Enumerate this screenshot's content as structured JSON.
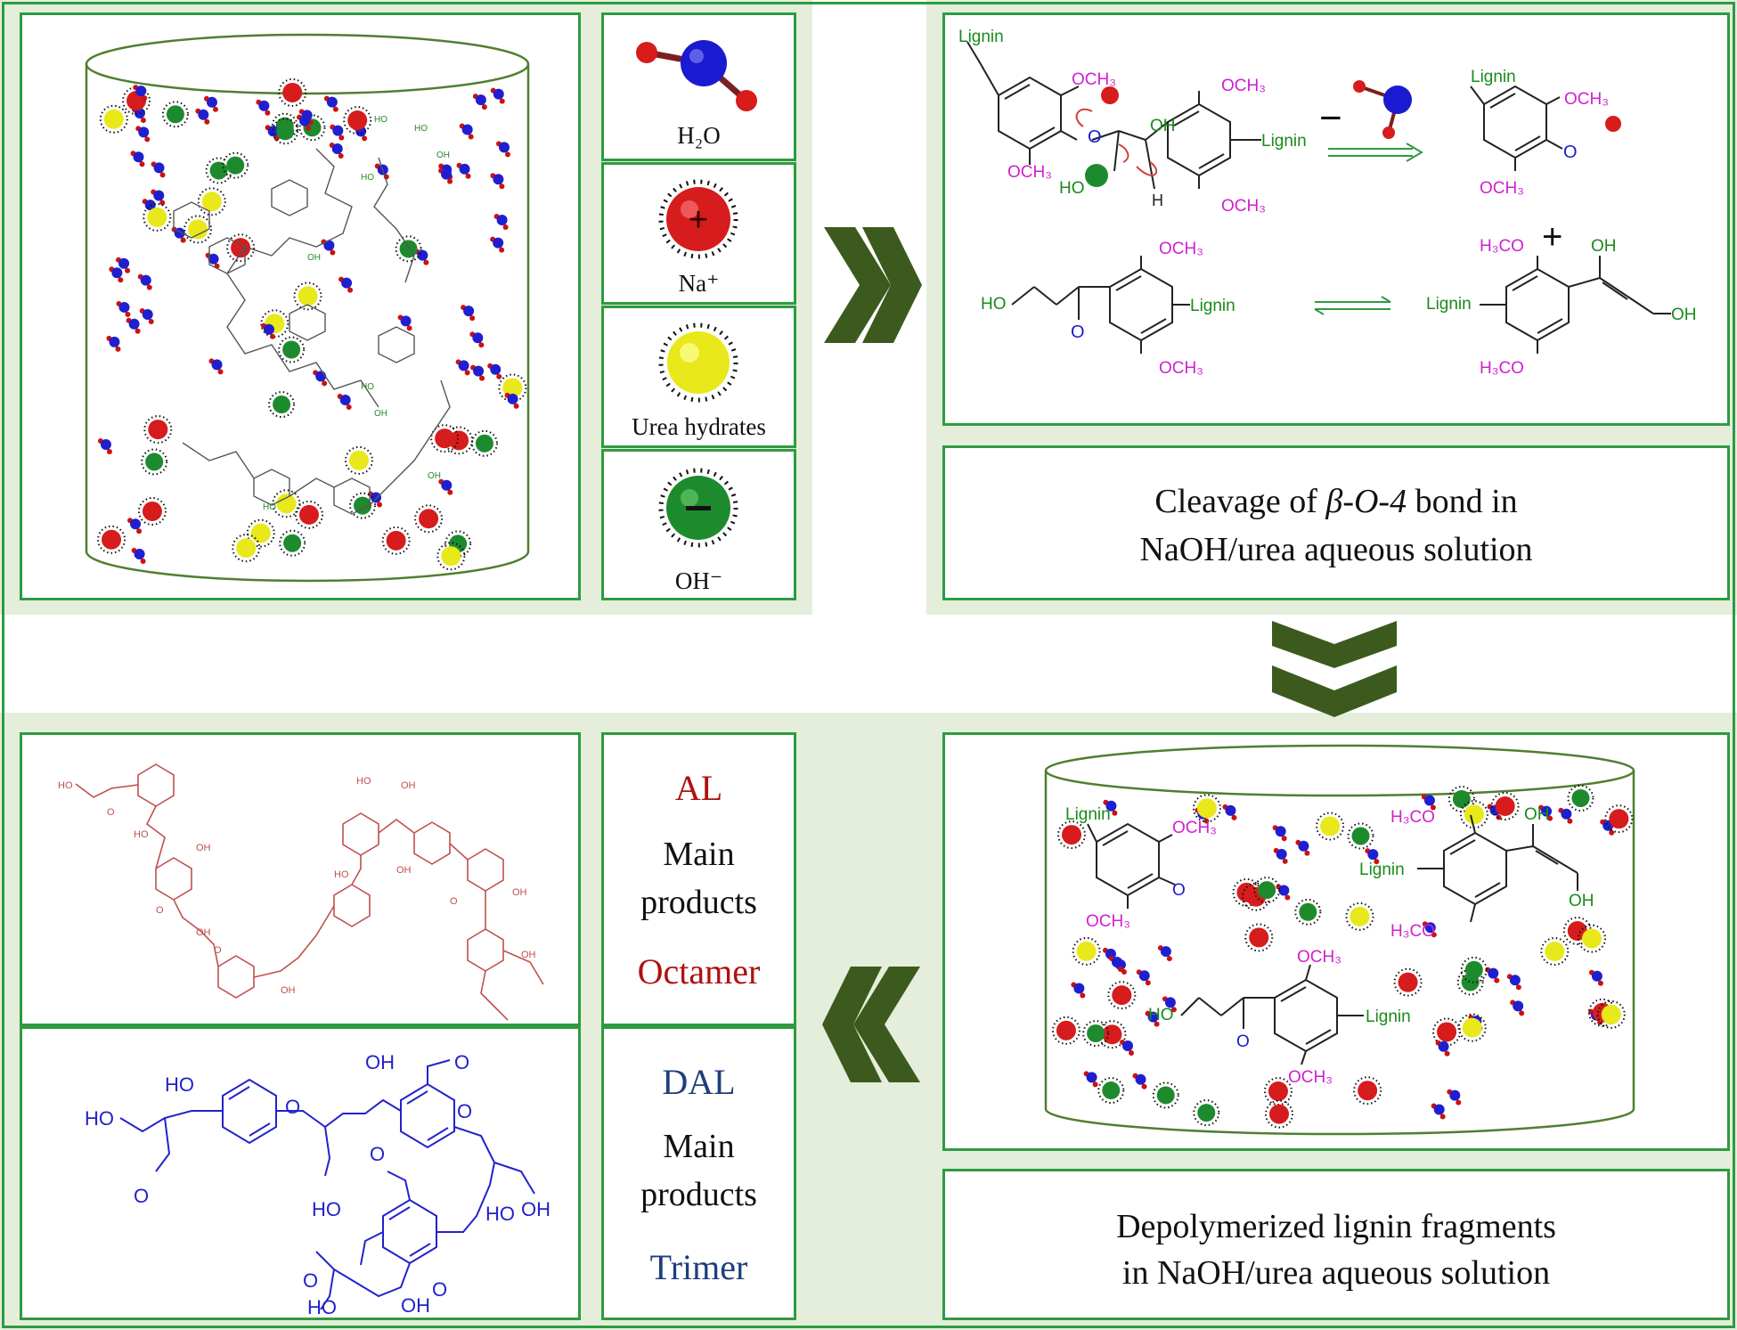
{
  "legend": {
    "water": "H₂O",
    "sodium": "Na⁺",
    "urea": "Urea hydrates",
    "hydroxide": "OH⁻"
  },
  "reaction": {
    "groups": {
      "lignin": "Lignin",
      "och3": "OCH₃",
      "h3co": "H₃CO",
      "oh": "OH",
      "ho": "HO",
      "h": "H",
      "o": "O",
      "minus": "−",
      "plus": "+"
    }
  },
  "captions": {
    "cleavage_part1": "Cleavage of ",
    "cleavage_italic": "β-O-4",
    "cleavage_part2": " bond in",
    "cleavage_line2": "NaOH/urea aqueous solution",
    "depoly_line1": "Depolymerized lignin fragments",
    "depoly_line2": "in NaOH/urea aqueous solution"
  },
  "products": {
    "al_title": "AL",
    "al_main": "Main",
    "al_products": "products",
    "al_type": "Octamer",
    "dal_title": "DAL",
    "dal_main": "Main",
    "dal_products": "products",
    "dal_type": "Trimer"
  },
  "colors": {
    "panel_border": "#2e9b40",
    "arrow": "#3d5a1e",
    "water_o": "#1f1fd0",
    "water_h": "#cc1111",
    "sodium": "#d61c1c",
    "urea": "#e8e81a",
    "hydroxide": "#1e8a2e",
    "al_structure": "#c0504d",
    "dal_structure": "#2222cc",
    "al_label": "#b01010",
    "dal_label": "#1f3f7a",
    "och3": "#d020d0",
    "lignin_green": "#1a8a1a"
  }
}
